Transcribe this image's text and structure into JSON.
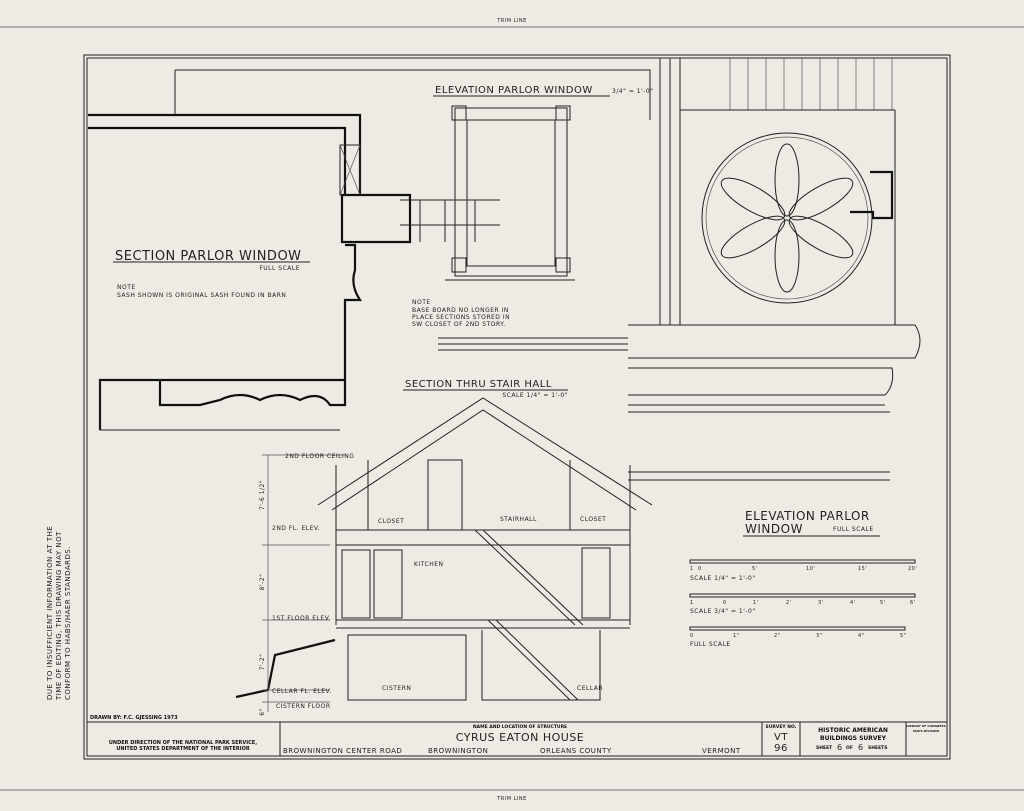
{
  "sheet": {
    "trim_line_top": "TRIM LINE",
    "trim_line_bottom": "TRIM LINE",
    "disclaimer_line1": "DUE TO INSUFFICIENT INFORMATION AT THE",
    "disclaimer_line2": "TIME OF EDITING, THIS DRAWING MAY NOT",
    "disclaimer_line3": "CONFORM TO HABS/HAER STANDARDS.",
    "paper_color": "#eeebe4",
    "ink_color": "#222222"
  },
  "section_parlor_window": {
    "title": "SECTION PARLOR WINDOW",
    "scale": "FULL SCALE",
    "note_label": "NOTE",
    "note_text": "SASH SHOWN IS ORIGINAL SASH FOUND IN BARN"
  },
  "elevation_parlor_window_small": {
    "title": "ELEVATION PARLOR WINDOW",
    "scale": "3/4\" = 1'-0\"",
    "note_label": "NOTE",
    "note_line1": "BASE BOARD NO LONGER IN",
    "note_line2": "PLACE SECTIONS STORED IN",
    "note_line3": "SW CLOSET OF 2ND STORY."
  },
  "section_stair_hall": {
    "title": "SECTION THRU STAIR HALL",
    "scale": "SCALE 1/4\" = 1'-0\"",
    "levels": [
      "2ND FLOOR CEILING",
      "2ND FL. ELEV.",
      "1ST FLOOR ELEV.",
      "CELLAR FL. ELEV.",
      "CISTERN FLOOR"
    ],
    "dimensions": [
      "7'-6 1/2\"",
      "8'-2\"",
      "7'-2\"",
      "6\""
    ],
    "rooms": [
      "CLOSET",
      "STAIRHALL",
      "CLOSET",
      "KITCHEN",
      "CISTERN",
      "CELLAR"
    ]
  },
  "elevation_parlor_window_large": {
    "title_line1": "ELEVATION PARLOR",
    "title_line2": "WINDOW",
    "scale": "FULL SCALE"
  },
  "scales": [
    {
      "label": "SCALE 1/4\" = 1'-0\"",
      "ticks": [
        "1",
        "0",
        "5'",
        "10'",
        "15'",
        "20'"
      ]
    },
    {
      "label": "SCALE 3/4\" = 1'-0\"",
      "ticks": [
        "1",
        "0",
        "1'",
        "2'",
        "3'",
        "4'",
        "5'",
        "6'"
      ]
    },
    {
      "label": "FULL SCALE",
      "ticks": [
        "0",
        "1\"",
        "2\"",
        "3\"",
        "4\"",
        "5\""
      ]
    }
  ],
  "title_block": {
    "drawn_by": "DRAWN BY: F.C. GJESSING 1973",
    "agency_line1": "UNDER DIRECTION OF THE NATIONAL PARK SERVICE,",
    "agency_line2": "UNITED STATES DEPARTMENT OF THE INTERIOR",
    "name_location_label": "NAME AND LOCATION OF STRUCTURE",
    "structure_name": "CYRUS EATON HOUSE",
    "road": "BROWNINGTON CENTER ROAD",
    "town": "BROWNINGTON",
    "county": "ORLEANS COUNTY",
    "state": "VERMONT",
    "survey_no_label": "SURVEY NO.",
    "survey_no_1": "VT",
    "survey_no_2": "96",
    "program_line1": "HISTORIC AMERICAN",
    "program_line2": "BUILDINGS SURVEY",
    "sheet_label": "SHEET",
    "sheet_number": "6",
    "of_label": "OF",
    "sheet_total": "6",
    "sheets_label": "SHEETS",
    "library_line1": "LIBRARY OF CONGRESS",
    "library_line2": "MAPS DIVISION"
  }
}
